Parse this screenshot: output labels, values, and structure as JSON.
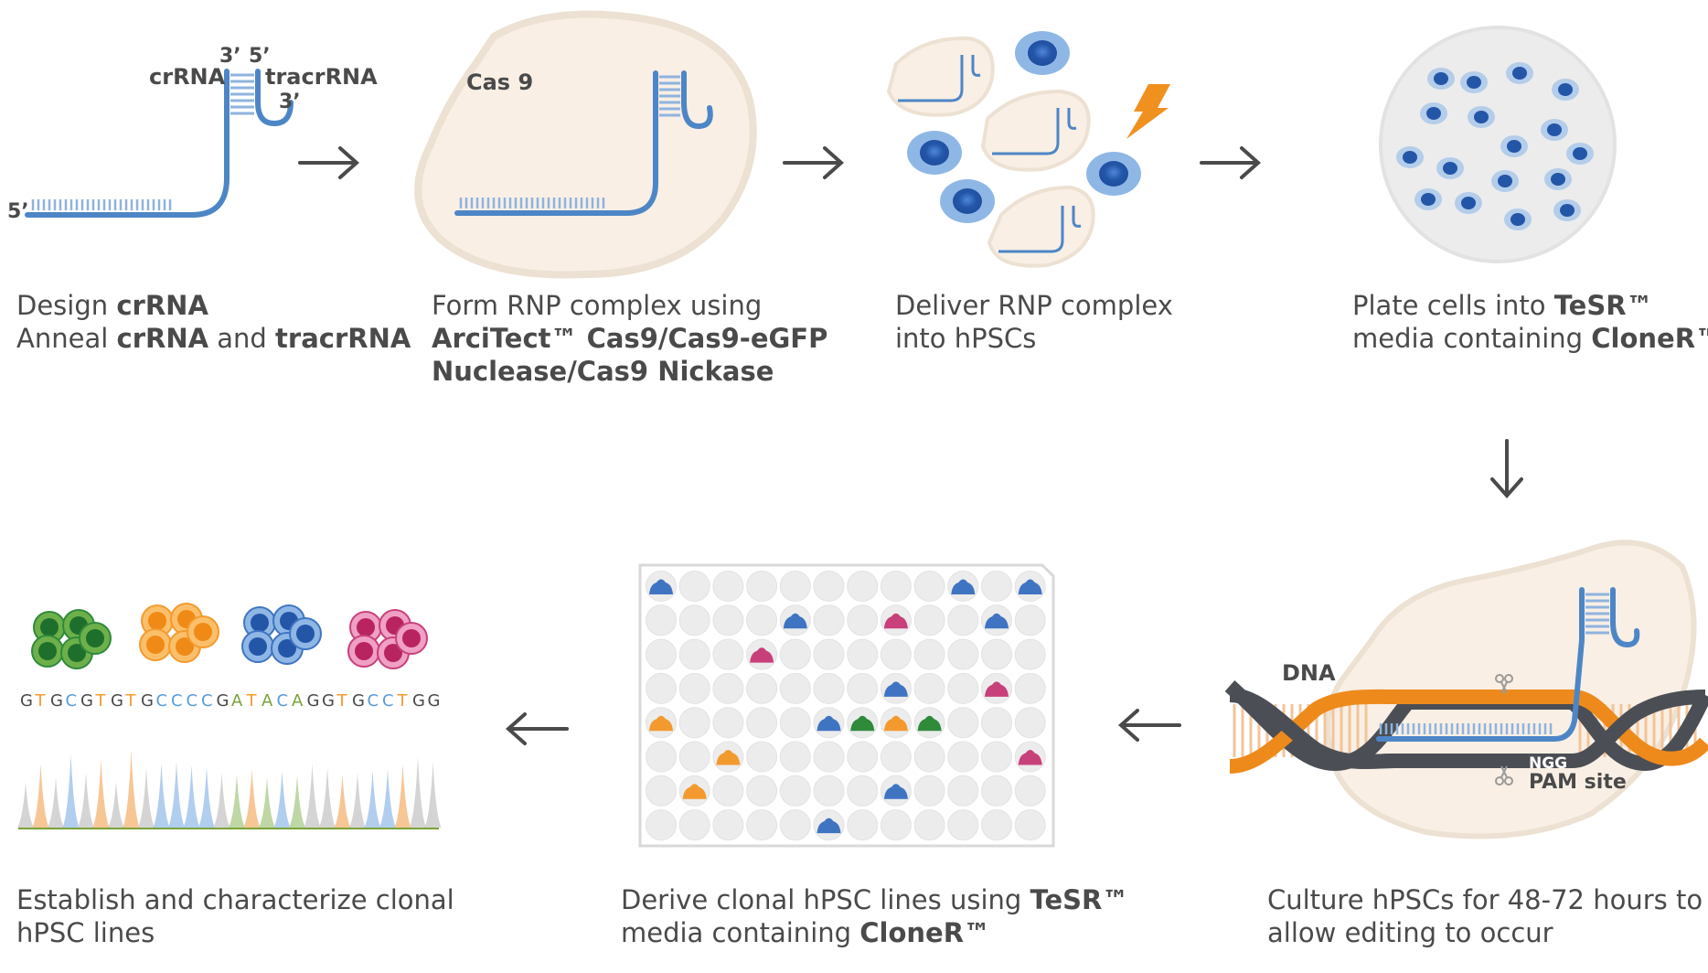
{
  "step1": {
    "label_3prime_a": "3’",
    "label_5prime_a": "5’",
    "label_crrna": "crRNA",
    "label_tracrrna": "tracrRNA",
    "label_3prime_b": "3’",
    "label_5prime_b": "5’",
    "caption": {
      "line1_pre": "Design ",
      "line1_bold": "crRNA",
      "line2_pre": "Anneal ",
      "line2_bold1": "crRNA",
      "line2_mid": " and ",
      "line2_bold2": "tracrRNA"
    }
  },
  "step2": {
    "label_cas9": "Cas 9",
    "caption": {
      "line1": "Form RNP complex using",
      "line2_bold": "ArciTect™ Cas9/Cas9-eGFP",
      "line3_bold": "Nuclease/Cas9 Nickase"
    }
  },
  "step3": {
    "caption": {
      "line1": "Deliver RNP complex",
      "line2": "into hPSCs"
    }
  },
  "step4": {
    "caption": {
      "line1_pre": "Plate cells into ",
      "line1_bold": "TeSR™",
      "line2_pre": "media containing ",
      "line2_bold": "CloneR™"
    }
  },
  "step5": {
    "label_dna": "DNA",
    "label_ngg": "NGG",
    "label_pam": "PAM site",
    "caption": {
      "line1": "Culture hPSCs for 48-72 hours to",
      "line2": "allow editing to occur"
    }
  },
  "step6": {
    "caption": {
      "line1_pre": "Derive clonal hPSC lines using ",
      "line1_bold": "TeSR™",
      "line2_pre": "media containing ",
      "line2_bold": "CloneR™"
    }
  },
  "step7": {
    "sequence": [
      "G",
      "T",
      "G",
      "C",
      "G",
      "T",
      "G",
      "T",
      "G",
      "C",
      "C",
      "C",
      "C",
      "G",
      "A",
      "T",
      "A",
      "C",
      "A",
      "G",
      "G",
      "T",
      "G",
      "C",
      "C",
      "T",
      "G",
      "G"
    ],
    "caption": {
      "line1": "Establish and characterize clonal",
      "line2": "hPSC lines"
    }
  },
  "colors": {
    "rna_blue": "#4d86c6",
    "cell_fill": "#f9efe4",
    "cell_stroke": "#ece1d2",
    "dna_orange": "#ee8a1c",
    "dna_dark": "#4b4f55",
    "text": "#4a4a4a",
    "bolt": "#f0901e",
    "nucleus_dark": "#1e4e9e",
    "nucleus_light": "#8fb7e6",
    "clone_green": "#2f8a3a",
    "clone_orange": "#f39a2e",
    "clone_blue": "#3f74c2",
    "clone_magenta": "#c8407a"
  }
}
